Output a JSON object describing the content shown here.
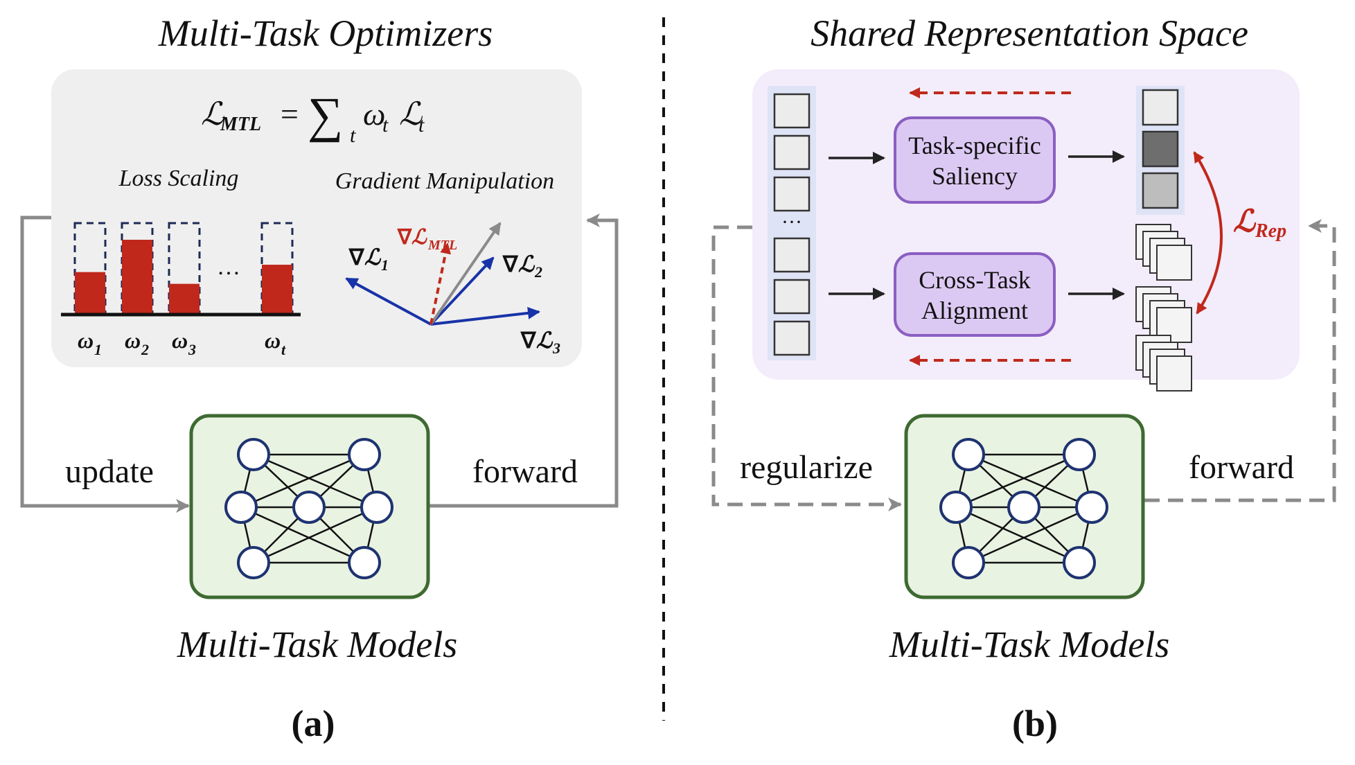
{
  "panel_a": {
    "title": "Multi-Task Optimizers",
    "formula": {
      "lhs": "ℒ",
      "lhs_sub": "MTL",
      "equals": "=",
      "sum": "∑",
      "sum_sub": "t",
      "term_omega": "ω",
      "term_omega_sub": "t",
      "term_loss": "ℒ",
      "term_loss_sub": "t"
    },
    "loss_scaling_label": "Loss Scaling",
    "gradient_label": "Gradient Manipulation",
    "weights": [
      {
        "symbol": "ω",
        "sub": "1",
        "fraction": 0.56
      },
      {
        "symbol": "ω",
        "sub": "2",
        "fraction": 1.0
      },
      {
        "symbol": "ω",
        "sub": "3",
        "fraction": 0.4
      },
      {
        "symbol": "ω",
        "sub": "t",
        "fraction": 0.66
      }
    ],
    "ellipsis": "…",
    "gradients": {
      "nabla": "∇",
      "g1": {
        "loss": "ℒ",
        "sub": "1"
      },
      "g2": {
        "loss": "ℒ",
        "sub": "2"
      },
      "g3": {
        "loss": "ℒ",
        "sub": "3"
      },
      "gmtl": {
        "loss": "ℒ",
        "sub": "MTL"
      }
    },
    "update_label": "update",
    "forward_label": "forward",
    "model_label": "Multi-Task Models",
    "panel_id": "(a)"
  },
  "panel_b": {
    "title": "Shared Representation Space",
    "saliency_label_line1": "Task-specific",
    "saliency_label_line2": "Saliency",
    "alignment_label_line1": "Cross-Task",
    "alignment_label_line2": "Alignment",
    "feature_ellipsis": "···",
    "rep_loss": {
      "loss": "ℒ",
      "sub": "Rep"
    },
    "regularize_label": "regularize",
    "forward_label": "forward",
    "model_label": "Multi-Task Models",
    "panel_id": "(b)"
  },
  "colors": {
    "red": "#c0281c",
    "blue": "#1833a8",
    "gray_arrow": "#8a8a8a",
    "panel_bg": "#efefef",
    "purple_bg": "#f3ecfb",
    "purple_box": "#dcc9f3",
    "purple_border": "#8a5fc0",
    "green_bg": "#e9f3e2",
    "green_border": "#3e6a31",
    "node_stroke": "#1e3370"
  }
}
